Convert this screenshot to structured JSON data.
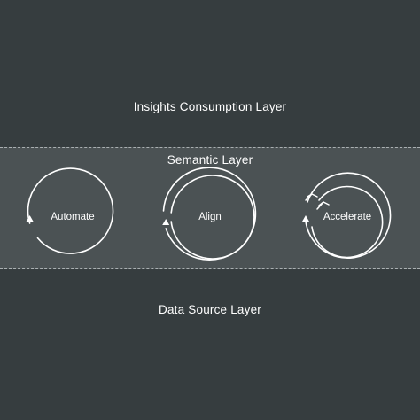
{
  "layers": {
    "top": "Insights Consumption Layer",
    "middle": "Semantic Layer",
    "bottom": "Data Source Layer"
  },
  "cycles": [
    {
      "label": "Automate",
      "rings": 1,
      "chevrons": false
    },
    {
      "label": "Align",
      "rings": 2,
      "chevrons": false
    },
    {
      "label": "Accelerate",
      "rings": 2,
      "chevrons": true
    }
  ],
  "colors": {
    "background": "#363d3f",
    "band": "#4b5254",
    "stroke": "#ffffff",
    "dash": "#aab0b2"
  }
}
